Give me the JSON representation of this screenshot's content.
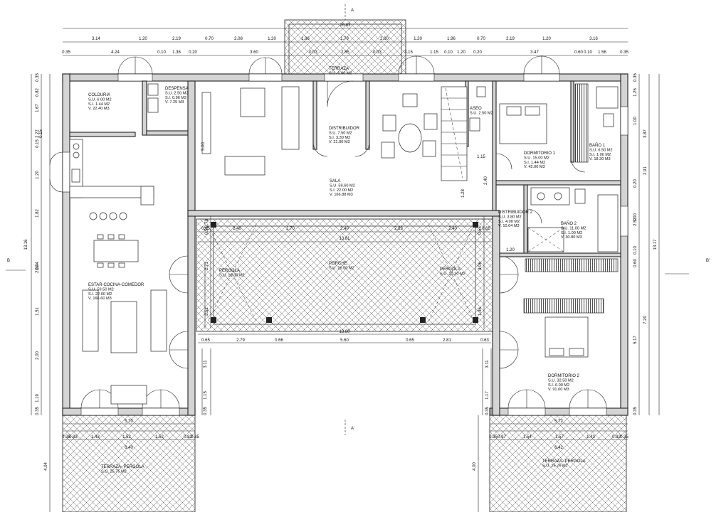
{
  "top_dimensions": {
    "row1": [
      "26.63"
    ],
    "row2": [
      "3.14",
      "1.20",
      "2.19",
      "0.70",
      "2.08",
      "1.20",
      "1.96",
      "1.79",
      "2.00",
      "1.20",
      "1.96",
      "0.70",
      "2.19",
      "1.20",
      "3.16"
    ],
    "row3": [
      "0.35",
      "4.24",
      "0.10",
      "1.36",
      "0.20",
      "3.60",
      "0.03",
      "2.85",
      "0.03",
      "3.15",
      "1.15",
      "0.10",
      "1.20",
      "0.20",
      "3.47",
      "0.60",
      "0.10",
      "1.56",
      "0.35"
    ]
  },
  "left_dimensions": {
    "overall": "13.16",
    "chain": [
      "0.35",
      "0.82",
      "1.67",
      "2.27",
      "0.15",
      "1.20",
      "1.82",
      "0.44",
      "2.00",
      "1.51",
      "2.00",
      "1.19",
      "0.35"
    ]
  },
  "right_dimensions": {
    "overall": "13.17",
    "outer": [
      "3.87",
      "2.91",
      "7.20"
    ],
    "inner": [
      "0.35",
      "1.25",
      "1.00",
      "0.20",
      "2.52",
      "1.00",
      "0.10",
      "0.60",
      "5.17",
      "0.35"
    ]
  },
  "section_marks": {
    "a_top": "A",
    "a_bottom": "A'",
    "b_left": "B",
    "b_right": "B'"
  },
  "rooms": [
    {
      "id": "colduria",
      "name": "COLDURIA",
      "su": "S.U.   6.00  M2",
      "si": "S.I.   1.44  M2",
      "v": "V.    22.40  M3"
    },
    {
      "id": "despensa",
      "name": "DESPENSA",
      "su": "S.U.   2.50  M2",
      "si": "S.I.   0.96  M2",
      "v": "V.    7.25  M3"
    },
    {
      "id": "terraza-top",
      "name": "TERRAZA",
      "su": "S.U.   6.00  M2",
      "si": "",
      "v": ""
    },
    {
      "id": "distribuidor",
      "name": "DISTRIBUIDOR",
      "su": "S.U.   7.50  M2",
      "si": "S.I.   3.30  M2",
      "v": "V.    21.00  M3"
    },
    {
      "id": "aseo",
      "name": "ASEO",
      "su": "S.U.   2.50  M2",
      "si": "",
      "v": ""
    },
    {
      "id": "dormitorio1",
      "name": "DORMITORIO  1",
      "su": "S.U.  15.00  M2",
      "si": "S.I.   1.44  M2",
      "v": "V.    42.00  M3"
    },
    {
      "id": "bano1",
      "name": "BAÑO  1",
      "su": "S.U.   6.50  M2",
      "si": "S.I.   1.00  M2",
      "v": "V.    18.20  M3"
    },
    {
      "id": "sala",
      "name": "SALA",
      "su": "S.U.  59.60  M2",
      "si": "S.I.  22.00  M2",
      "v": "V.   166.88  M3"
    },
    {
      "id": "distribuidor2",
      "name": "DISTRIBUIDOR  2",
      "su": "S.U.   3.80  M2",
      "si": "S.I.   4.00  M2",
      "v": "V.    10.64  M3"
    },
    {
      "id": "bano2",
      "name": "BAÑO  2",
      "su": "S.U.  11.00  M2",
      "si": "S.I.   1.00  M2",
      "v": "V.    30.80  M3"
    },
    {
      "id": "estar",
      "name": "ESTAR-COCINA-COMEDOR",
      "su": "S.U.  59.50  M2",
      "si": "S.I.  22.00  M2",
      "v": "V.   166.60  M3"
    },
    {
      "id": "porche",
      "name": "PORCHE",
      "su": "S.U.  26.00  M2",
      "si": "",
      "v": ""
    },
    {
      "id": "pergola-l",
      "name": "PERGOLA",
      "su": "S.U.  10.30  M2",
      "si": "",
      "v": ""
    },
    {
      "id": "pergola-r",
      "name": "PERGOLA",
      "su": "S.U.  10.30  M2",
      "si": "",
      "v": ""
    },
    {
      "id": "dormitorio2",
      "name": "DORMITORIO  2",
      "su": "S.U.  32.50  M2",
      "si": "S.I.   6.00  M2",
      "v": "V.    91.00  M3"
    },
    {
      "id": "terraza-pergola-l",
      "name": "TERRAZA-  PERGOLA",
      "su": "S.U.  25.75  M2",
      "si": "",
      "v": ""
    },
    {
      "id": "terraza-pergola-r",
      "name": "TERRAZA-  PERGOLA",
      "su": "S.U.  25.76  M2",
      "si": "",
      "v": ""
    }
  ],
  "interior_dimensions": {
    "porch_top": [
      "0.65",
      "2.40",
      "2.70",
      "2.40",
      "2.83",
      "2.40",
      "0.65"
    ],
    "porch_overall": "13.81",
    "porch_bottom_overall": "13.80",
    "porch_bottom": [
      "0.65",
      "2.79",
      "0.66",
      "5.60",
      "0.65",
      "2.81",
      "0.63"
    ],
    "porch_left_v": [
      "0.55",
      "2.71",
      "3.51",
      "0.78"
    ],
    "porch_right_v": [
      "0.55",
      "3.06",
      "1.46"
    ],
    "left_wing_v": [
      "3.11",
      "1.15",
      "0.35"
    ],
    "right_wing_v": [
      "3.11",
      "1.17",
      "0.35"
    ],
    "stair": [
      "1.15",
      "1.28",
      "2.40"
    ],
    "dist2_width": "1.20",
    "col_height": "5.00",
    "sala_misc": [
      "0.15"
    ]
  },
  "bottom_dimensions": {
    "left": {
      "overall": "6.40",
      "wall": "5.70",
      "row": [
        "0.35",
        "0.83",
        "1.43",
        "1.52",
        "1.52",
        "0.83",
        "0.35"
      ],
      "height": "4.04"
    },
    "right": {
      "overall": "6.42",
      "wall": "5.72",
      "row": [
        "0.35",
        "0.97",
        "1.54",
        "1.57",
        "1.43",
        "0.92",
        "0.35"
      ],
      "height": "4.00"
    }
  }
}
